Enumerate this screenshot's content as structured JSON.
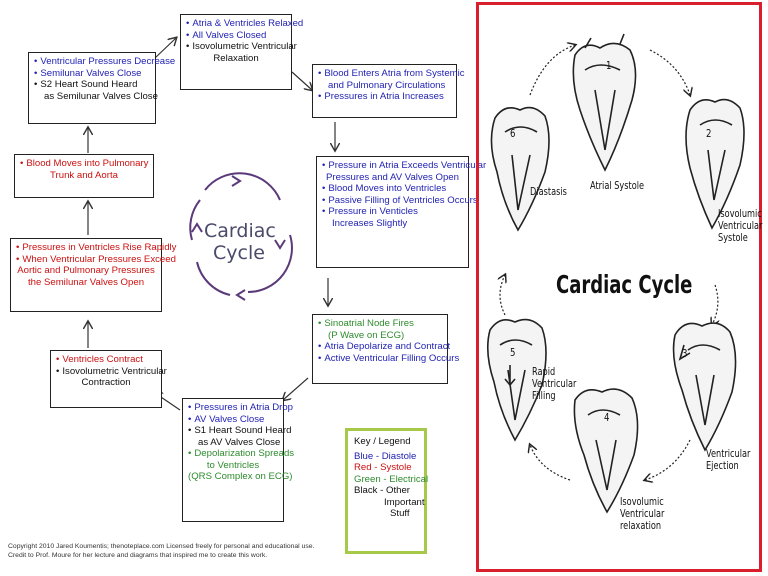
{
  "left_diagram": {
    "center_label_line1": "Cardiac",
    "center_label_line2": "Cycle",
    "box_top": {
      "lines": [
        "Atria & Ventricles Relaxed",
        "All Valves Closed",
        "Isovolumetric Ventricular",
        "Relaxation"
      ]
    },
    "box_top_left": {
      "lines": [
        "Ventricular Pressures Decrease",
        "Semilunar Valves Close",
        "S2 Heart Sound Heard",
        "as Semilunar Valves Close"
      ]
    },
    "box_top_right": {
      "lines": [
        "Blood Enters Atria from Systemic",
        "and Pulmonary Circulations",
        "Pressures in Atria Increases"
      ]
    },
    "box_left_upper": {
      "lines": [
        "Blood Moves into Pulmonary",
        "Trunk and Aorta"
      ]
    },
    "box_right_upper": {
      "lines": [
        "Pressure in Atria Exceeds Ventricular",
        "Pressures and AV Valves Open",
        "Blood Moves into Ventricles",
        "Passive Filling of Ventricles Occurs",
        "Pressure in Venticles",
        "Increases Slightly"
      ]
    },
    "box_left_mid": {
      "lines": [
        "Pressures in Ventricles Rise Rapidly",
        "When Ventricular Pressures Exceed",
        "Aortic and Pulmonary Pressures",
        "the Semilunar Valves Open"
      ]
    },
    "box_right_mid": {
      "lines": [
        "Sinoatrial Node Fires",
        "(P Wave on ECG)",
        "Atria Depolarize and Contract",
        "Active Ventricular Filling Occurs"
      ]
    },
    "box_left_lower": {
      "lines": [
        "Ventricles Contract",
        "Isovolumetric Ventricular",
        "Contraction"
      ]
    },
    "box_bottom": {
      "lines": [
        "Pressures in Atria Drop",
        "AV Valves Close",
        "S1 Heart Sound Heard",
        "as AV Valves Close",
        "Depolarization Spreads",
        "to Ventricles",
        "(QRS Complex on ECG)"
      ]
    },
    "legend": {
      "title": "Key / Legend",
      "blue": "Blue - Diastole",
      "red": "Red - Systole",
      "green": "Green - Electrical",
      "black1": "Black - Other",
      "black2": "Important",
      "black3": "Stuff"
    },
    "copyright_line1": "Copyright 2010 Jared Koumentis; thenoteplace.com Licensed freely for personal and educational use.",
    "copyright_line2": "Credit to Prof. Moure for her lecture and diagrams that inspired me to create this work."
  },
  "right_diagram": {
    "title": "Cardiac Cycle",
    "stages": {
      "n1": "1",
      "n2": "2",
      "n3": "3",
      "n4": "4",
      "n5": "5",
      "n6": "6",
      "atrial_systole": "Atrial Systole",
      "isovolumic_systole": [
        "Isovolumic",
        "Ventricular",
        "Systole"
      ],
      "ventricular_ejection": [
        "Ventricular",
        "Ejection"
      ],
      "isovolumic_relaxation": [
        "Isovolumic",
        "Ventricular",
        "relaxation"
      ],
      "rapid_filling": [
        "Rapid",
        "Ventricular",
        "Filling"
      ],
      "diastasis": "Diastasis"
    }
  },
  "colors": {
    "diastole": "#1f1fb4",
    "systole": "#cc1010",
    "electrical": "#2e8b2e",
    "legend_border": "#a7c94a",
    "frame": "#d81f2b"
  }
}
